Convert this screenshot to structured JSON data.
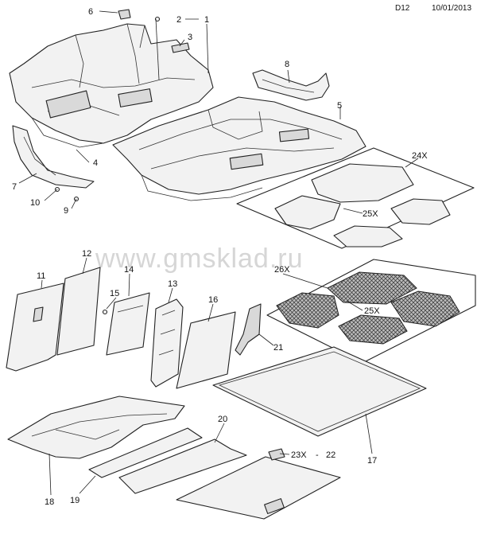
{
  "header": {
    "code": "D12",
    "date": "10/01/2013"
  },
  "watermark": "www.gmsklad.ru",
  "callouts": {
    "c1": "1",
    "c2": "2",
    "c3": "3",
    "c4": "4",
    "c5": "5",
    "c6": "6",
    "c7": "7",
    "c8": "8",
    "c9": "9",
    "c10": "10",
    "c11": "11",
    "c12": "12",
    "c13": "13",
    "c14": "14",
    "c15": "15",
    "c16": "16",
    "c17": "17",
    "c18": "18",
    "c19": "19",
    "c20": "20",
    "c21": "21",
    "c22": "22",
    "c23": "23X",
    "c24": "24X",
    "c25a": "25X",
    "c25b": "25X",
    "c26": "26X",
    "dash": "-"
  }
}
